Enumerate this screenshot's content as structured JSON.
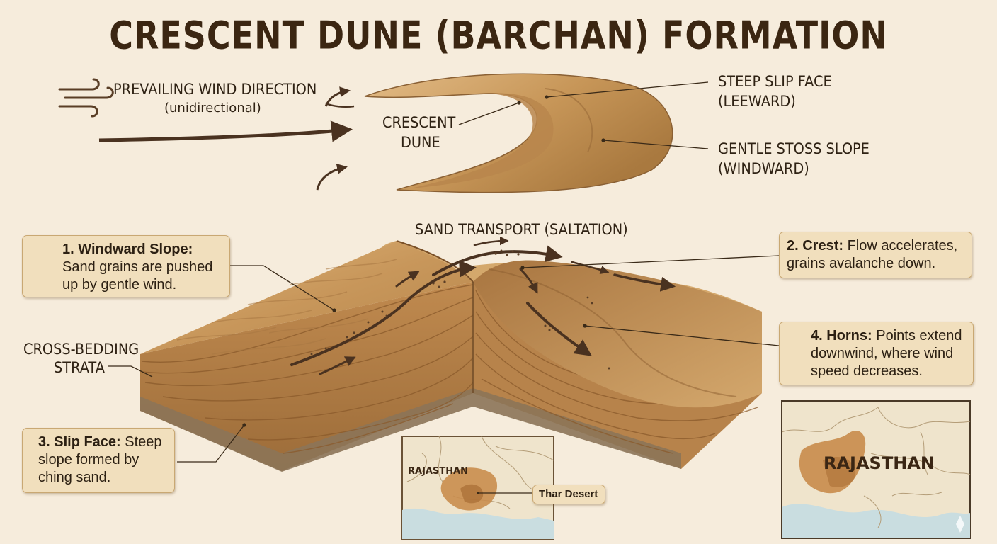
{
  "title": "CRESCENT DUNE (BARCHAN) FORMATION",
  "top_labels": {
    "wind_direction": "PREVAILING WIND DIRECTION",
    "wind_note": "(unidirectional)",
    "crescent_dune_line1": "CRESCENT",
    "crescent_dune_line2": "DUNE",
    "slip_face_line1": "STEEP SLIP FACE",
    "slip_face_line2": "(LEEWARD)",
    "stoss_line1": "GENTLE STOSS SLOPE",
    "stoss_line2": "(WINDWARD)"
  },
  "section": {
    "sand_transport": "SAND TRANSPORT (SALTATION)",
    "cross_bedding_line1": "CROSS-BEDDING",
    "cross_bedding_line2": "STRATA"
  },
  "callouts": {
    "windward": {
      "heading": "1. Windward Slope:",
      "text": "Sand grains are pushed up by gentle wind."
    },
    "crest": {
      "heading": "2. Crest:",
      "text": "Flow accelerates, grains avalanche down."
    },
    "slip": {
      "heading": "3. Slip Face:",
      "text": "Steep slope formed by ching sand."
    },
    "horns": {
      "heading": "4. Horns:",
      "text": "Points extend downwind, where wind speed decreases."
    }
  },
  "maps": {
    "small_state": "RAJASTHAN",
    "small_desert": "Thar Desert",
    "large_state": "RAJASTHAN"
  },
  "colors": {
    "background": "#f6ecdc",
    "sand_top": "#c99a5c",
    "sand_side": "#b07d45",
    "arrow": "#4a3220",
    "callout_fill": "#f1dfbd"
  }
}
